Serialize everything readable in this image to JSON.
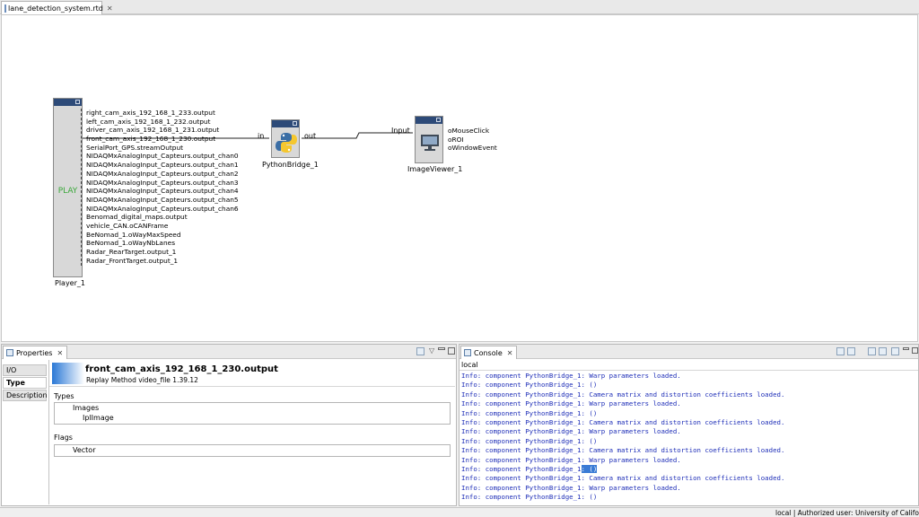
{
  "editor": {
    "tab_label": "lane_detection_system.rtd",
    "tab_close": "✕"
  },
  "canvas": {
    "player": {
      "name": "Player_1",
      "play_label": "PLAY",
      "outputs": [
        "right_cam_axis_192_168_1_233.output",
        "left_cam_axis_192_168_1_232.output",
        "driver_cam_axis_192_168_1_231.output",
        "front_cam_axis_192_168_1_230.output",
        "SerialPort_GPS.streamOutput",
        "NIDAQMxAnalogInput_Capteurs.output_chan0",
        "NIDAQMxAnalogInput_Capteurs.output_chan1",
        "NIDAQMxAnalogInput_Capteurs.output_chan2",
        "NIDAQMxAnalogInput_Capteurs.output_chan3",
        "NIDAQMxAnalogInput_Capteurs.output_chan4",
        "NIDAQMxAnalogInput_Capteurs.output_chan5",
        "NIDAQMxAnalogInput_Capteurs.output_chan6",
        "Benomad_digital_maps.output",
        "vehicle_CAN.oCANFrame",
        "BeNomad_1.oWayMaxSpeed",
        "BeNomad_1.oWayNbLanes",
        "Radar_RearTarget.output_1",
        "Radar_FrontTarget.output_1"
      ]
    },
    "python_bridge": {
      "name": "PythonBridge_1",
      "input_port": "in",
      "output_port": "out"
    },
    "image_viewer": {
      "name": "ImageViewer_1",
      "input_port": "Input",
      "outputs": [
        "oMouseClick",
        "oROI",
        "oWindowEvent"
      ]
    }
  },
  "properties": {
    "tab_label": "Properties",
    "tab_close": "✕",
    "side_tabs": [
      "I/O",
      "Type",
      "Description"
    ],
    "active_side_tab": "Type",
    "header_title": "front_cam_axis_192_168_1_230.output",
    "header_subtitle": "Replay Method video_file 1.39.12",
    "types_label": "Types",
    "types_items": [
      "Images",
      "IplImage"
    ],
    "flags_label": "Flags",
    "flags_items": [
      "Vector"
    ]
  },
  "console": {
    "tab_label": "Console",
    "tab_close": "✕",
    "name": "local",
    "lines": [
      "Info: component PythonBridge_1: Warp parameters loaded.",
      "Info: component PythonBridge_1: ()",
      "Info: component PythonBridge_1: Camera matrix and distortion coefficients loaded.",
      "Info: component PythonBridge_1: Warp parameters loaded.",
      "Info: component PythonBridge_1: ()",
      "Info: component PythonBridge_1: Camera matrix and distortion coefficients loaded.",
      "Info: component PythonBridge_1: Warp parameters loaded.",
      "Info: component PythonBridge_1: ()",
      "Info: component PythonBridge_1: Camera matrix and distortion coefficients loaded.",
      "Info: component PythonBridge_1: Warp parameters loaded.",
      "Info: component PythonBridge_1: ()",
      "Info: component PythonBridge_1: Camera matrix and distortion coefficients loaded.",
      "Info: component PythonBridge_1: Warp parameters loaded.",
      "Info: component PythonBridge_1: ()"
    ],
    "selected_line_index": 10
  },
  "status": {
    "text": "local | Authorized user: University of Califo"
  },
  "colors": {
    "block_header": "#2d4a78",
    "console_text": "#1f2fb8",
    "play_text": "#3aa83a",
    "selection": "#3a7bd5"
  }
}
